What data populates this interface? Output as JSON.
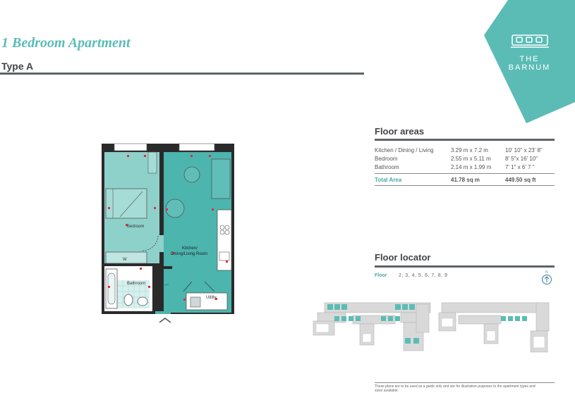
{
  "header": {
    "title": "1 Bedroom Apartment",
    "type_label": "Type A"
  },
  "logo": {
    "line1": "THE",
    "line2": "BARNUM"
  },
  "floorplan": {
    "rooms": {
      "bedroom": "Bedroom",
      "kitchen_line1": "Kitchen/",
      "kitchen_line2": "Dining/Living Room",
      "bathroom": "Bathroom",
      "utility": "Utility",
      "wardrobe": "W"
    }
  },
  "floor_areas": {
    "heading": "Floor areas",
    "rows": [
      {
        "room": "Kitchen / Dining / Living",
        "metric": "3.29 m x 7.2 m",
        "imperial": "10' 10\" x 23' 8\""
      },
      {
        "room": "Bedroom",
        "metric": "2.55 m x 5.11 m",
        "imperial": "8' 5\"x 16' 10\""
      },
      {
        "room": "Bathroom",
        "metric": "2.14 m x 1.99 m",
        "imperial": "7' 1\" x 6' 7 \""
      }
    ],
    "total": {
      "label": "Total Area",
      "metric": "41.78 sq m",
      "imperial": "449.50 sq ft"
    }
  },
  "floor_locator": {
    "heading": "Floor locator",
    "floor_label": "Floor",
    "floors": "2, 3, 4, 5, 6, 7, 8, 9",
    "north_label": "N"
  },
  "footer": {
    "disclaimer": "These plans are to be used as a guide only and are for illustrative purposes to the apartment types and sizes available."
  },
  "colors": {
    "teal": "#5bbcb6",
    "teal_dark": "#4aa8a3",
    "bedroom_fill": "#8ed1cb",
    "living_fill": "#4bb5ae",
    "wall": "#2a2a2a",
    "rule": "#5e6366"
  }
}
